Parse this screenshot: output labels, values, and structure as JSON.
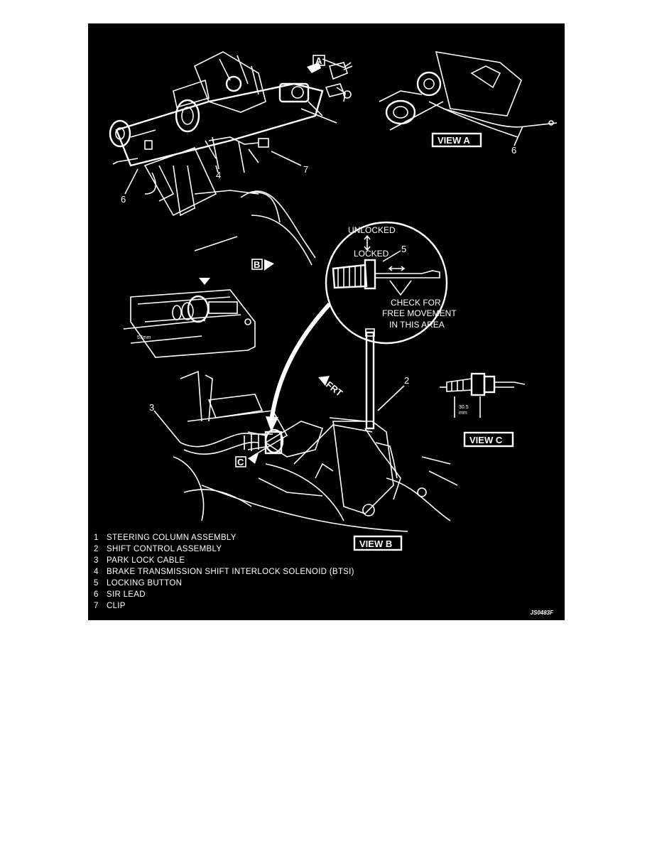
{
  "callouts": {
    "view_a": "VIEW A",
    "view_b": "VIEW B",
    "view_c": "VIEW C",
    "arrow_a": "A",
    "arrow_b": "B",
    "arrow_c": "C",
    "frt": "FRT",
    "unlocked": "UNLOCKED",
    "locked": "LOCKED",
    "check_line1": "CHECK FOR",
    "check_line2": "FREE MOVEMENT",
    "check_line3": "IN THIS AREA",
    "dim_57": "57mm",
    "dim_30_5_line1": "30.5",
    "dim_30_5_line2": "mm"
  },
  "part_numbers": {
    "p2": "2",
    "p3": "3",
    "p4": "4",
    "p5": "5",
    "p6_a": "6",
    "p6_b": "6",
    "p7": "7"
  },
  "legend": [
    {
      "num": "1",
      "label": "STEERING COLUMN ASSEMBLY"
    },
    {
      "num": "2",
      "label": "SHIFT CONTROL ASSEMBLY"
    },
    {
      "num": "3",
      "label": "PARK LOCK CABLE"
    },
    {
      "num": "4",
      "label": "BRAKE TRANSMISSION SHIFT INTERLOCK SOLENOID (BTSI)"
    },
    {
      "num": "5",
      "label": "LOCKING BUTTON"
    },
    {
      "num": "6",
      "label": "SIR LEAD"
    },
    {
      "num": "7",
      "label": "CLIP"
    }
  ],
  "figure_code": "JS0483F",
  "colors": {
    "background": "#000000",
    "ink": "#ffffff",
    "page": "#ffffff"
  }
}
